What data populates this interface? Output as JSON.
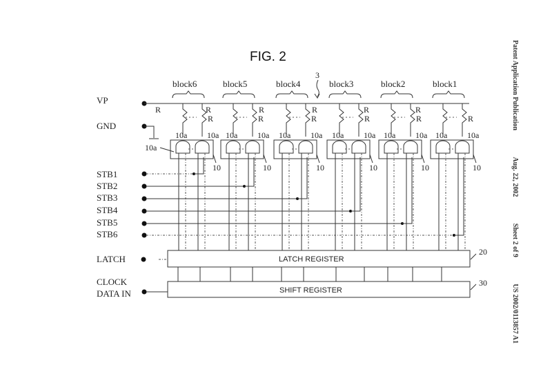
{
  "figure": {
    "title": "FIG. 2",
    "ref_array": "3",
    "blocks": [
      {
        "label": "block6"
      },
      {
        "label": "block5"
      },
      {
        "label": "block4"
      },
      {
        "label": "block3"
      },
      {
        "label": "block2"
      },
      {
        "label": "block1"
      }
    ],
    "resistor_label": "R",
    "gate_label": "10a",
    "block_ref": "10",
    "latch_ref": "20",
    "shift_ref": "30",
    "latch_register": "LATCH REGISTER",
    "shift_register": "SHIFT REGISTER"
  },
  "terminals": {
    "vp": "VP",
    "gnd": "GND",
    "strobes": [
      "STB1",
      "STB2",
      "STB3",
      "STB4",
      "STB5",
      "STB6"
    ],
    "latch": "LATCH",
    "clock": "CLOCK",
    "data_in": "DATA IN"
  },
  "header": {
    "publication": "Patent Application Publication",
    "date": "Aug. 22, 2002",
    "sheet": "Sheet 2 of 9",
    "number": "US 2002/0113857 A1"
  },
  "colors": {
    "ink": "#222222",
    "paper": "#ffffff"
  }
}
